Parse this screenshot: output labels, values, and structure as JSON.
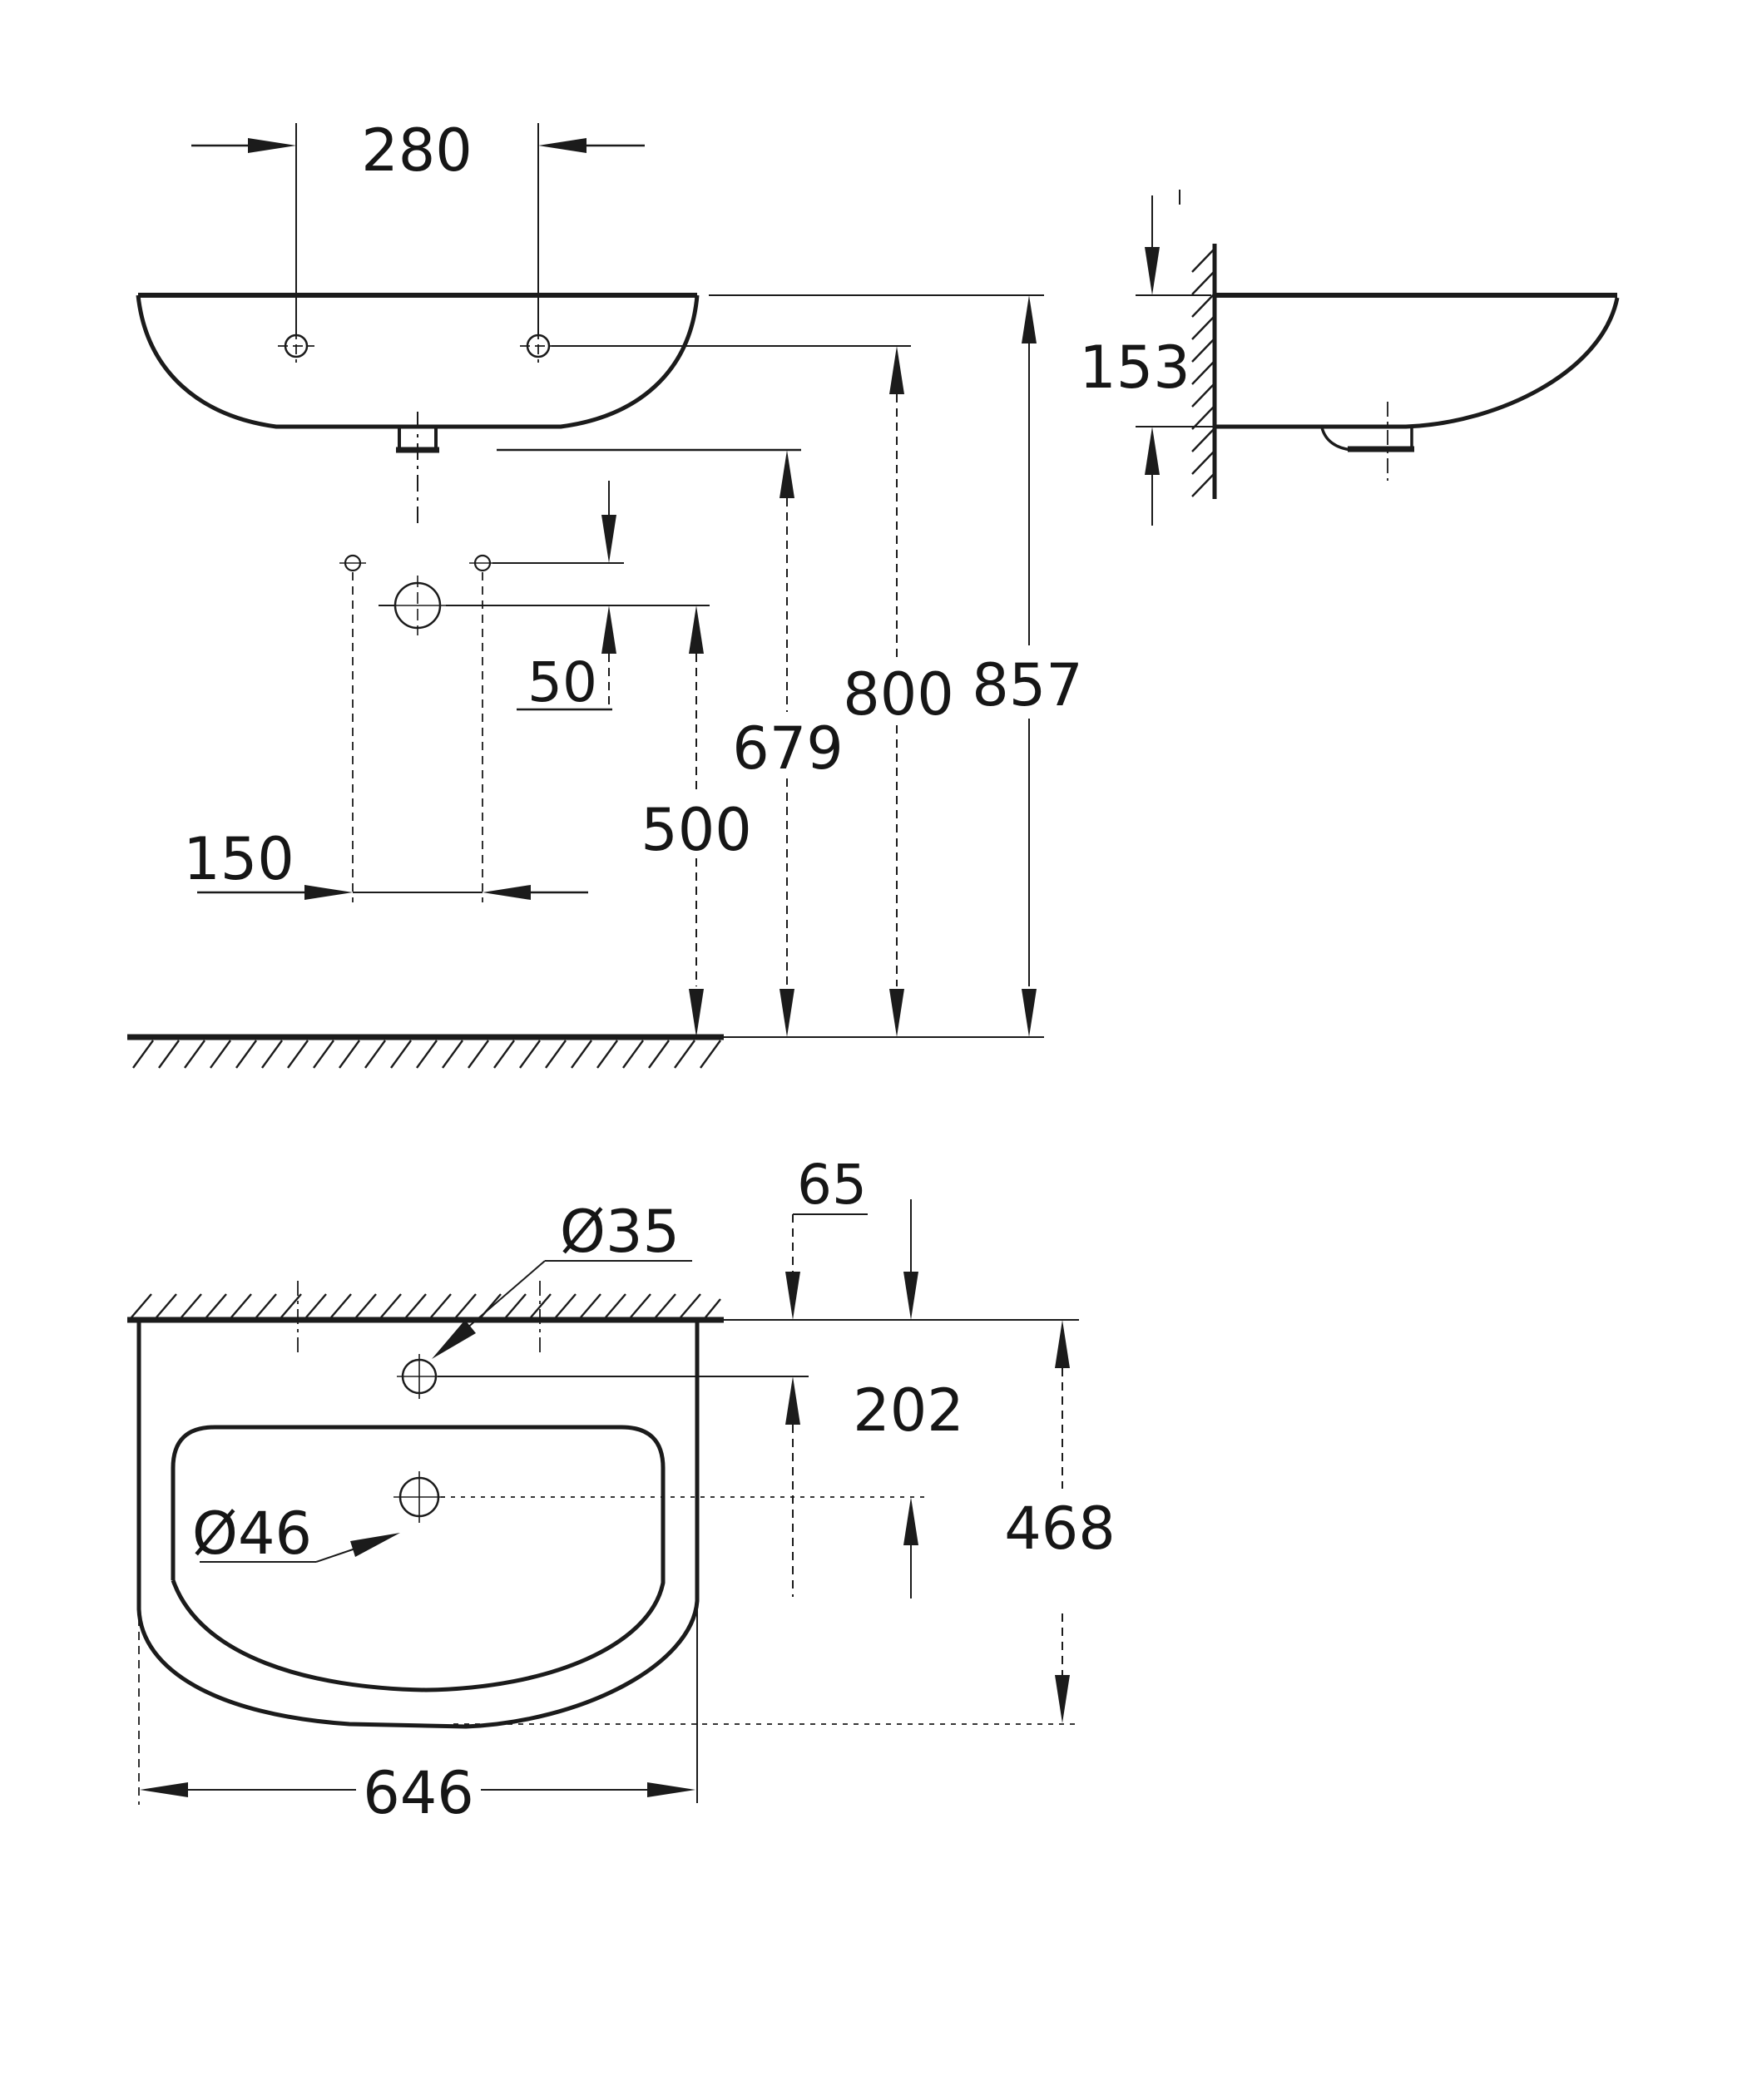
{
  "title": "Wall-hung washbasin technical dimension drawing",
  "colors": {
    "line": "#1b1b1b",
    "background": "#ffffff"
  },
  "views": {
    "front": "front elevation with height dimensions",
    "side": "side section at wall",
    "top": "plan view with hole positions"
  },
  "dimensions": {
    "fixing_hole_spacing_wide": {
      "label": "280"
    },
    "basin_depth": {
      "label": "153"
    },
    "bracket_to_outlet_offset": {
      "label": "50"
    },
    "bracket_hole_spacing": {
      "label": "150"
    },
    "outlet_height": {
      "label": "500"
    },
    "underside_height": {
      "label": "679"
    },
    "fixing_hole_height": {
      "label": "800"
    },
    "rim_height": {
      "label": "857"
    },
    "faucet_hole_diameter": {
      "label": "Ø35"
    },
    "wall_to_faucet_hole": {
      "label": "65"
    },
    "wall_to_drain_hole": {
      "label": "202"
    },
    "basin_front_depth": {
      "label": "468"
    },
    "drain_hole_diameter": {
      "label": "Ø46"
    },
    "basin_width": {
      "label": "646"
    }
  }
}
